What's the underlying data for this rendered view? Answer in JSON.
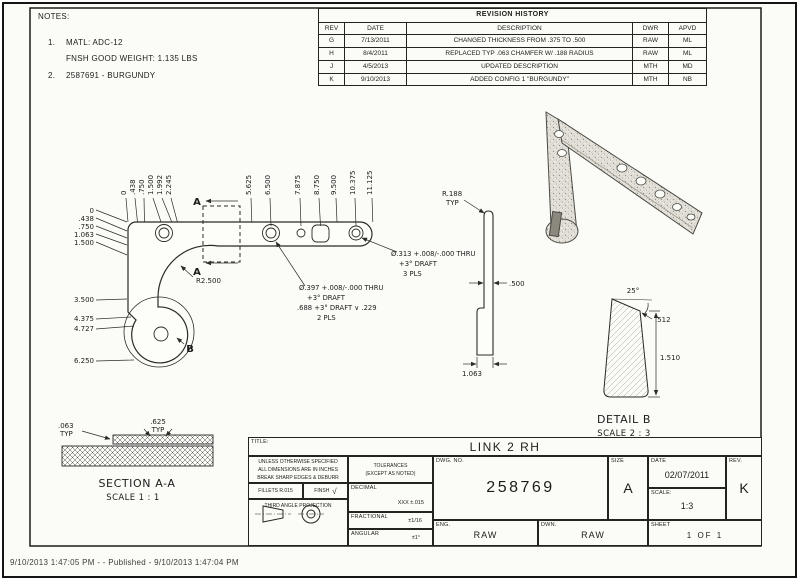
{
  "page": {
    "footer": "9/10/2013 1:47:05 PM -  - Published - 9/10/2013 1:47:04 PM"
  },
  "notes": {
    "heading": "NOTES:",
    "item1_num": "1.",
    "item1_text": "MATL: ADC-12",
    "item1_text2": "FNSH GOOD WEIGHT: 1.135 LBS",
    "item2_num": "2.",
    "item2_text": "2587691 - BURGUNDY"
  },
  "revision_history": {
    "title": "REVISION HISTORY",
    "headers": {
      "rev": "REV",
      "date": "DATE",
      "description": "DESCRIPTION",
      "dwr": "DWR",
      "apvd": "APVD"
    },
    "rows": [
      {
        "rev": "G",
        "date": "7/13/2011",
        "description": "CHANGED THICKNESS FROM .375 TO .500",
        "dwr": "RAW",
        "apvd": "ML"
      },
      {
        "rev": "H",
        "date": "8/4/2011",
        "description": "REPLACED TYP .063 CHAMFER W/ .188   RADIUS",
        "dwr": "RAW",
        "apvd": "ML"
      },
      {
        "rev": "J",
        "date": "4/5/2013",
        "description": "UPDATED DESCRIPTION",
        "dwr": "MTH",
        "apvd": "MD"
      },
      {
        "rev": "K",
        "date": "9/10/2013",
        "description": "ADDED CONFIG 1 \"BURGUNDY\"",
        "dwr": "MTH",
        "apvd": "NB"
      }
    ]
  },
  "main_view": {
    "top_dims": [
      "0",
      ".438",
      ".750",
      "1.500",
      "1.992",
      "2.245",
      "5.625",
      "6.500",
      "7.875",
      "8.750",
      "9.500",
      "10.375",
      "11.125"
    ],
    "left_dims": [
      "0",
      ".438",
      ".750",
      "1.063",
      "1.500",
      "3.500",
      "4.375",
      "4.727",
      "6.250"
    ],
    "radius_note": "R2.500",
    "section_letter": "A",
    "detail_letter": "B",
    "hole_note_large": {
      "line1": "Ø.397 +.008/-.000 THRU",
      "line2": "+3° DRAFT",
      "line3": ".688 +3° DRAFT ∨ .229",
      "line4": "2 PLS"
    },
    "hole_note_small": {
      "line1": "Ø.313 +.008/-.000 THRU",
      "line2": "+3° DRAFT",
      "line3": "3 PLS"
    }
  },
  "side_view": {
    "radius_note": "R.188",
    "radius_typ": "TYP",
    "thickness": ".500",
    "base": "1.063"
  },
  "detail_view": {
    "angle": "25°",
    "dim_top": ".512",
    "dim_height": "1.510",
    "label": "DETAIL B",
    "scale": "SCALE 2 : 3"
  },
  "section_view": {
    "dim_thin": ".063",
    "dim_thin_typ": "TYP",
    "dim_wide": ".625",
    "dim_wide_typ": "TYP",
    "label": "SECTION A-A",
    "scale": "SCALE 1 : 1"
  },
  "title_block": {
    "title_label": "TITLE:",
    "title": "LINK 2 RH",
    "spec_line1": "UNLESS OTHERWISE SPECIFIED",
    "spec_line2": "ALL DIMENSIONS ARE IN INCHES",
    "spec_line3": "BREAK SHARP EDGES & DEBURR",
    "fillets": "FILLETS R.015",
    "finish": "FINSH",
    "finish_mark": "√",
    "tolerances_line1": "TOLERANCES",
    "tolerances_line2": "(EXCEPT AS NOTED)",
    "decimal_label": "DECIMAL",
    "decimal_value": "XXX ±.015",
    "fractional_label": "FRACTIONAL",
    "fractional_value": "±1/16",
    "angular_label": "ANGULAR",
    "angular_value": "±1°",
    "projection": "THIRD ANGLE PROJECTION",
    "dwg_no_label": "DWG. NO.",
    "dwg_no": "258769",
    "size_label": "SIZE",
    "size": "A",
    "date_label": "DATE",
    "date": "02/07/2011",
    "rev_label": "REV.",
    "rev": "K",
    "scale_label": "SCALE:",
    "scale": "1:3",
    "eng_label": "ENG.",
    "eng": "RAW",
    "dwn_label": "DWN.",
    "dwn": "RAW",
    "sheet_label": "SHEET",
    "sheet": "1 OF 1"
  }
}
